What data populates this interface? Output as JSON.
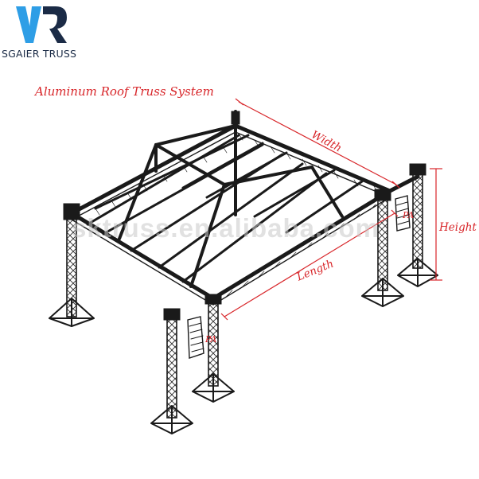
{
  "brand": {
    "name": "SGAIER TRUSS",
    "colors": {
      "blue": "#2e9ee6",
      "navy": "#1b2b46"
    }
  },
  "diagram": {
    "title": "Aluminum Roof Truss System",
    "labels": {
      "width": "Width",
      "length": "Length",
      "height": "Height",
      "pa_left": "PA",
      "pa_right": "PA"
    },
    "watermark": "sktruss.en.alibaba.com",
    "colors": {
      "annotation": "#d8262a",
      "truss": "#1a1a1a"
    }
  }
}
